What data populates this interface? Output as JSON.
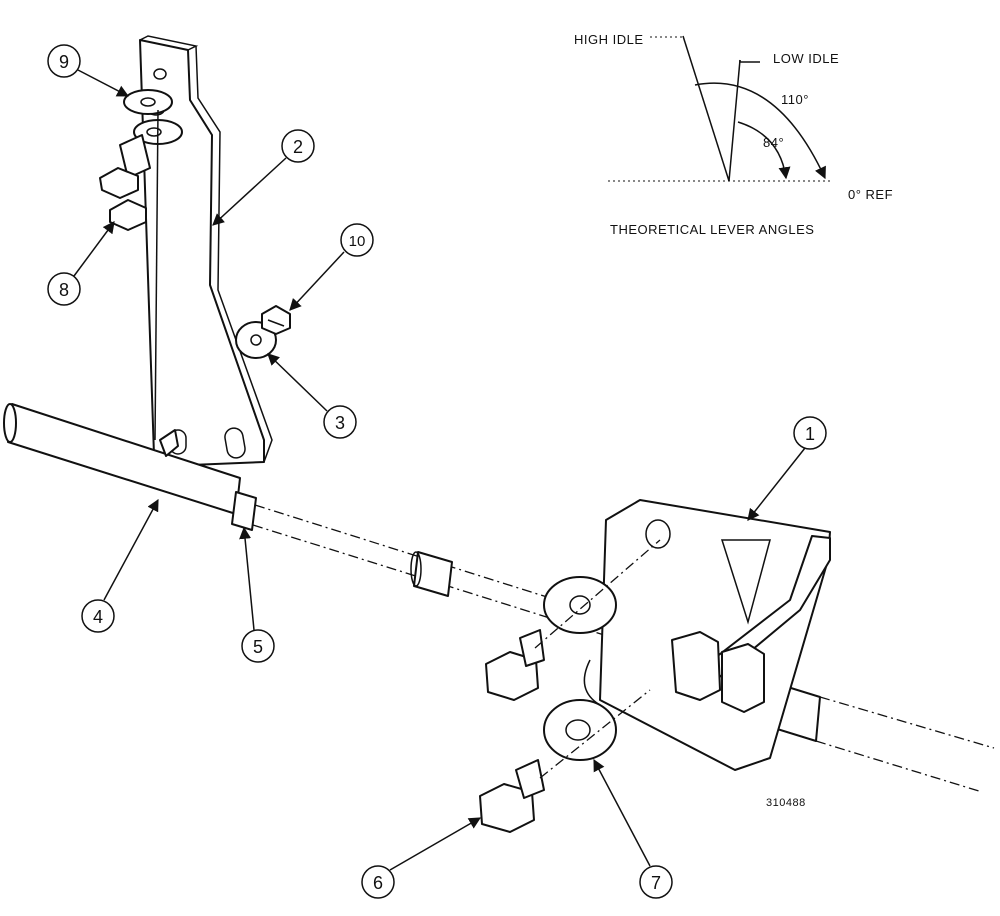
{
  "angle_diagram": {
    "high_idle": "HIGH IDLE",
    "low_idle": "LOW IDLE",
    "angle_110": "110°",
    "angle_84": "84°",
    "zero_ref": "0° REF",
    "caption": "THEORETICAL LEVER ANGLES"
  },
  "callouts": [
    "1",
    "2",
    "3",
    "4",
    "5",
    "6",
    "7",
    "8",
    "9",
    "10"
  ],
  "drawing_number": "310488"
}
